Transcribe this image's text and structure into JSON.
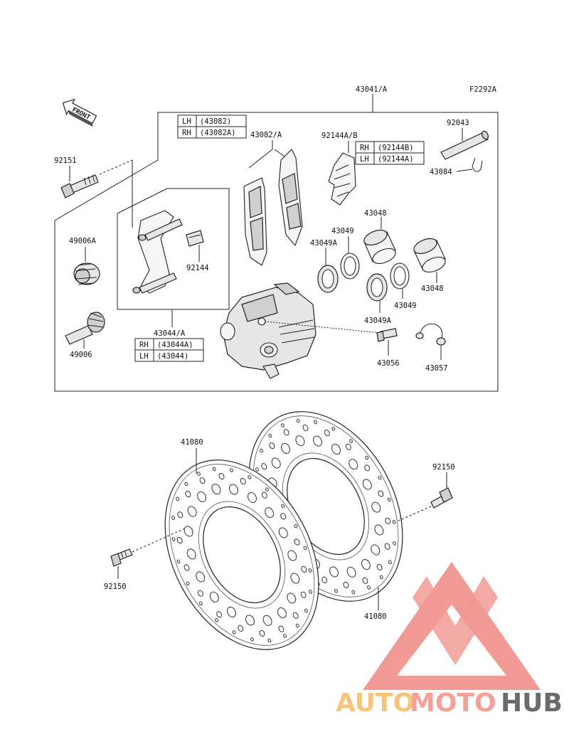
{
  "diagram": {
    "figure_code": "F2292A",
    "front_label": "FRONT",
    "parts": {
      "p43041": "43041/A",
      "p92043": "92043",
      "p43084": "43084",
      "p92151": "92151",
      "p43082A": "43082/A",
      "p92144AB": "92144A/B",
      "p43048a": "43048",
      "p43048b": "43048",
      "p43049a": "43049",
      "p43049b": "43049",
      "p43049Aa": "43049A",
      "p43049Ab": "43049A",
      "p49006A": "49006A",
      "p49006": "49006",
      "p92144": "92144",
      "p43044A": "43044/A",
      "p43056": "43056",
      "p43057": "43057",
      "p41080a": "41080",
      "p41080b": "41080",
      "p92150a": "92150",
      "p92150b": "92150"
    },
    "tables": {
      "t43082": [
        {
          "side": "LH",
          "num": "(43082)"
        },
        {
          "side": "RH",
          "num": "(43082A)"
        }
      ],
      "t92144": [
        {
          "side": "RH",
          "num": "(92144B)"
        },
        {
          "side": "LH",
          "num": "(92144A)"
        }
      ],
      "t43044": [
        {
          "side": "RH",
          "num": "(43044A)"
        },
        {
          "side": "LH",
          "num": "(43044)"
        }
      ]
    }
  },
  "watermark": {
    "part1": "AUTO",
    "part2": "MOTO",
    "part3": "HUB",
    "color_auto": "#f6c57a",
    "color_moto": "#f3a29a",
    "color_hub": "#6b6b6b",
    "color_logo": "#f08f89"
  }
}
